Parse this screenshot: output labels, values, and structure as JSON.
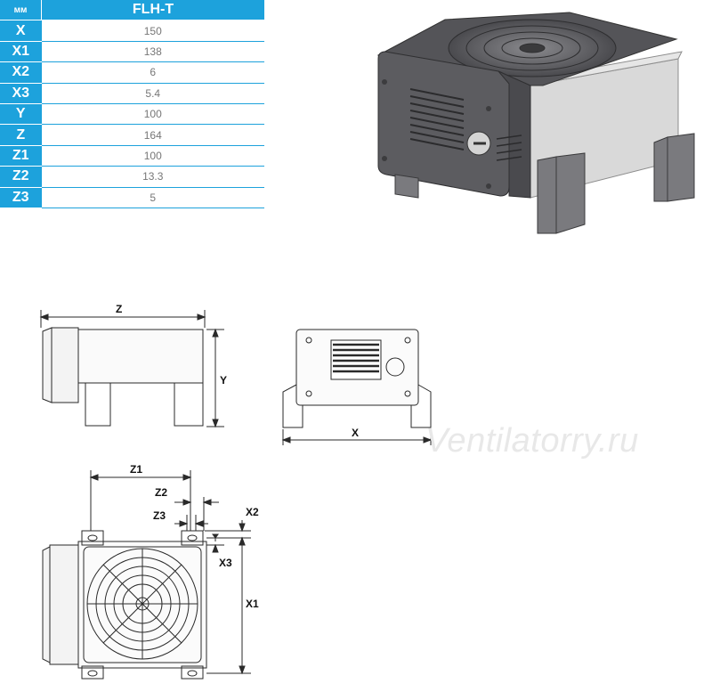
{
  "table": {
    "unit_label": "мм",
    "model_label": "FLH-T",
    "rows": [
      {
        "key": "X",
        "value": "150"
      },
      {
        "key": "X1",
        "value": "138"
      },
      {
        "key": "X2",
        "value": "6"
      },
      {
        "key": "X3",
        "value": "5.4"
      },
      {
        "key": "Y",
        "value": "100"
      },
      {
        "key": "Z",
        "value": "164"
      },
      {
        "key": "Z1",
        "value": "100"
      },
      {
        "key": "Z2",
        "value": "13.3"
      },
      {
        "key": "Z3",
        "value": "5"
      }
    ]
  },
  "drawings": {
    "side_view": {
      "z_label": "Z",
      "y_label": "Y"
    },
    "front_view": {
      "x_label": "X"
    },
    "top_view": {
      "z1_label": "Z1",
      "z2_label": "Z2",
      "z3_label": "Z3",
      "x1_label": "X1",
      "x2_label": "X2",
      "x3_label": "X3"
    }
  },
  "watermark": "Ventilatorry.ru",
  "colors": {
    "table_accent": "#1da2dc",
    "housing_dark": "#58585c",
    "housing_light": "#dcdcdc"
  }
}
